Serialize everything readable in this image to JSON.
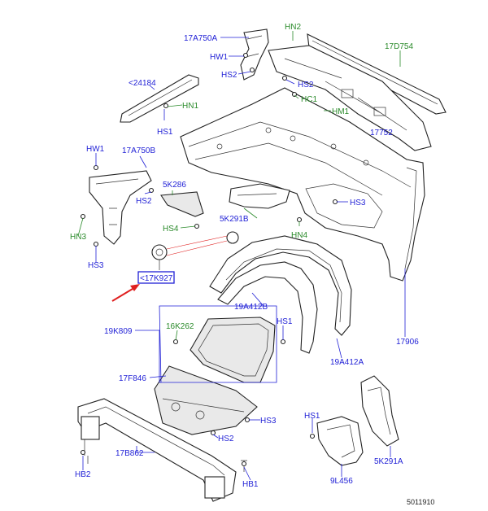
{
  "labels": {
    "hn2": "HN2",
    "a17a750a": "17A750A",
    "d17d754": "17D754",
    "hw1_top": "HW1",
    "hs2_top": "HS2",
    "hs2_mid": "HS2",
    "hc1": "HC1",
    "hm1": "HM1",
    "p24184": "<24184",
    "hn1": "HN1",
    "hs1_top": "HS1",
    "p17752": "17752",
    "hw1_left": "HW1",
    "a17a750b": "17A750B",
    "k5k286": "5K286",
    "hs2_left": "HS2",
    "hs3_right": "HS3",
    "hs4": "HS4",
    "k5k291b": "5K291B",
    "hn4": "HN4",
    "hn3": "HN3",
    "hs3_left": "HS3",
    "k17k927": "<17K927",
    "a19a412b": "19A412B",
    "k16k262": "16K262",
    "k19k809": "19K809",
    "hs1_mid": "HS1",
    "p17906": "17906",
    "a19a412a": "19A412A",
    "f17f846": "17F846",
    "hs3_bottom": "HS3",
    "hs1_bottom": "HS1",
    "l9l456": "9L456",
    "k5k291a": "5K291A",
    "hs2_bottom": "HS2",
    "b17b862": "17B862",
    "hb2": "HB2",
    "hb1": "HB1",
    "ref": "5011910"
  },
  "colors": {
    "callout_blue": "#1f1fd6",
    "callout_green": "#2a8a2a",
    "highlight_arrow": "#e02020"
  }
}
